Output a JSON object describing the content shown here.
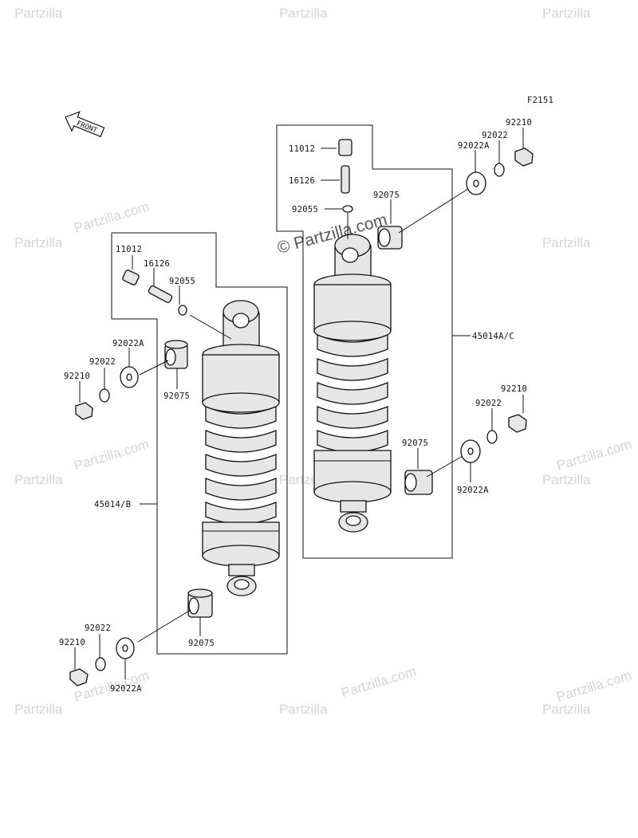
{
  "diagram": {
    "figure_code": "F2151",
    "front_arrow_label": "FRONT",
    "watermark_text": "Partzilla",
    "watermark_domain_text": "Partzilla.com",
    "center_watermark": "© Partzilla.com",
    "left_shock": {
      "assembly_label": "45014/B",
      "labels": {
        "p11012": "11012",
        "p16126": "16126",
        "p92055": "92055",
        "top_92022A": "92022A",
        "top_92022": "92022",
        "top_92210": "92210",
        "top_92075": "92075",
        "bot_92022": "92022",
        "bot_92210": "92210",
        "bot_92022A": "92022A",
        "bot_92075": "92075"
      }
    },
    "right_shock": {
      "assembly_label": "45014A/C",
      "labels": {
        "p11012": "11012",
        "p16126": "16126",
        "p92055": "92055",
        "top_92022A": "92022A",
        "top_92022": "92022",
        "top_92210": "92210",
        "top_92075": "92075",
        "bot_92210": "92210",
        "bot_92022": "92022",
        "bot_92075": "92075",
        "bot_92022A": "92022A"
      }
    },
    "colors": {
      "line": "#111111",
      "part_fill": "#e6e6e6",
      "watermark": "#d4d4d4",
      "background": "#ffffff"
    }
  }
}
